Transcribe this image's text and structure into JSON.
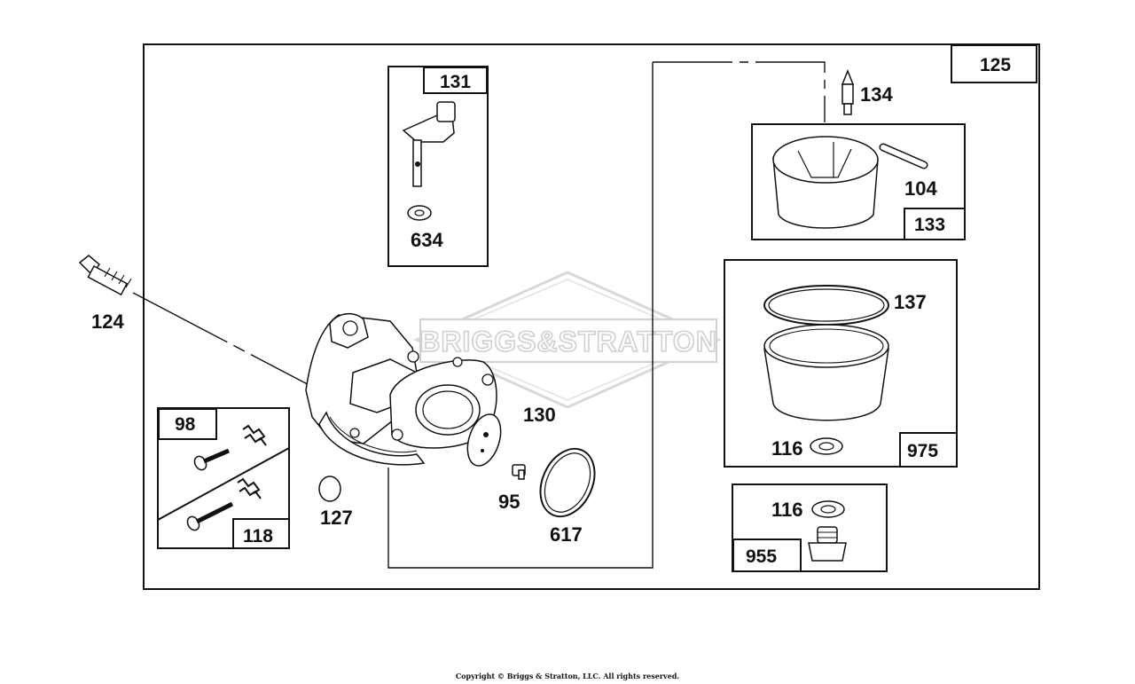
{
  "watermark": "BRIGGS&STRATTON",
  "copyright": "Copyright © Briggs & Stratton, LLC. All rights reserved.",
  "callouts": {
    "c125": "125",
    "c131": "131",
    "c634": "634",
    "c134": "134",
    "c104": "104",
    "c133": "133",
    "c137": "137",
    "c116a": "116",
    "c975": "975",
    "c116b": "116",
    "c955": "955",
    "c124": "124",
    "c98": "98",
    "c118": "118",
    "c127": "127",
    "c130": "130",
    "c95": "95",
    "c617": "617"
  }
}
